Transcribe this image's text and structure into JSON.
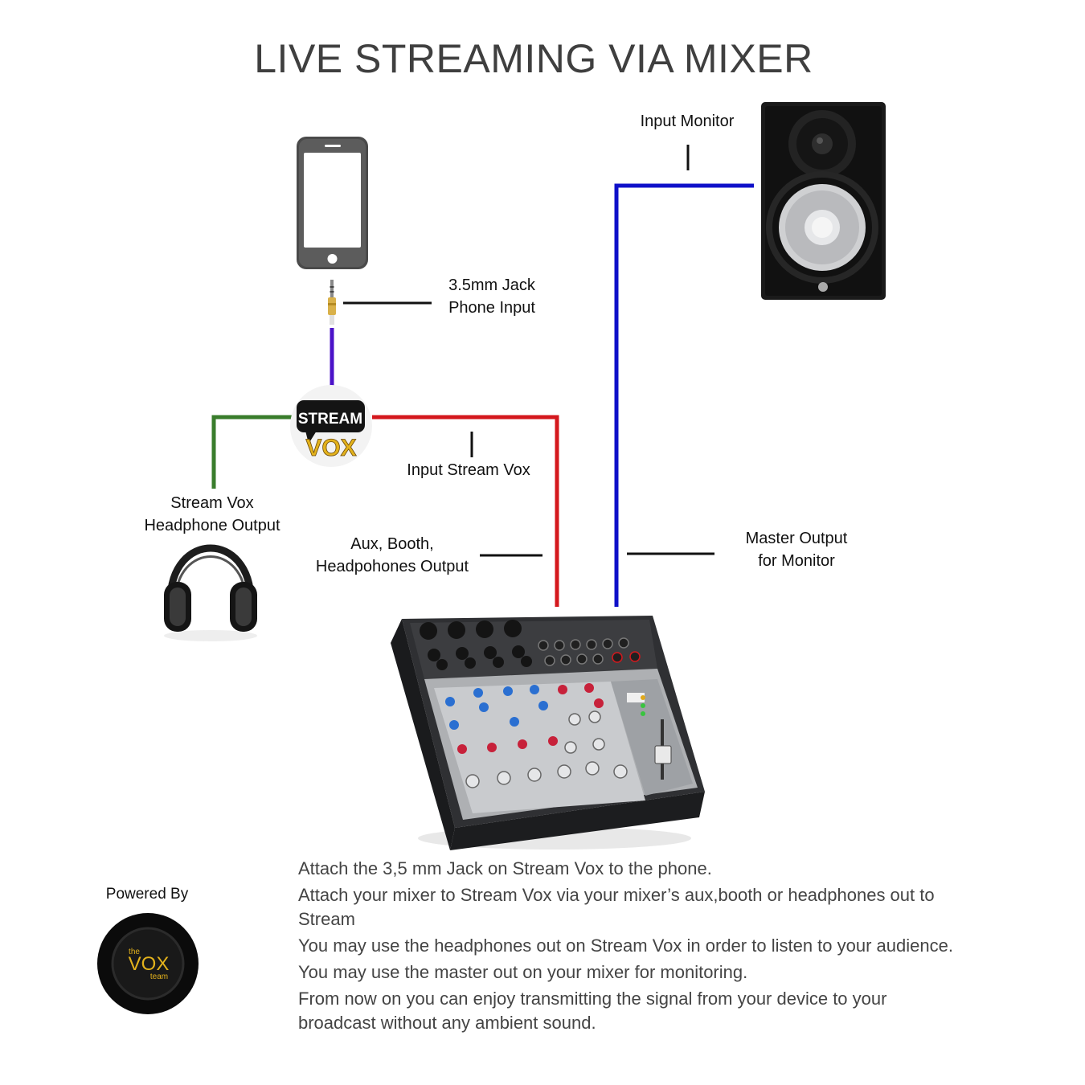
{
  "title": "LIVE STREAMING VIA MIXER",
  "labels": {
    "jack": [
      "3.5mm Jack",
      "Phone Input"
    ],
    "input_monitor": "Input Monitor",
    "input_stream_vox": "Input Stream Vox",
    "headphone_output": [
      "Stream Vox",
      "Headphone Output"
    ],
    "aux_output": [
      "Aux, Booth,",
      "Headpohones Output"
    ],
    "master_output": [
      "Master Output",
      "for Monitor"
    ]
  },
  "stream_vox_logo": {
    "top": "STREAM",
    "bottom": "VOX"
  },
  "powered_by": {
    "label": "Powered By",
    "logo_small": "the",
    "logo_main": "VOX",
    "logo_sub": "team"
  },
  "instructions": [
    "Attach the 3,5 mm Jack on Stream Vox to the phone.",
    "Attach your mixer to Stream Vox via your mixer’s aux,booth or headphones out to Stream",
    "You may use the headphones out on Stream Vox in order to listen to your audience.",
    "You may use the master out on your mixer for monitoring.",
    "From now on you can enjoy transmitting the signal from your device to your broadcast without any ambient sound."
  ],
  "colors": {
    "phone_cable": "#4b12c8",
    "headphone_cable": "#3a7d2c",
    "input_cable": "#d4181d",
    "monitor_cable": "#0f10c9",
    "logo_gold": "#e3b21c"
  }
}
